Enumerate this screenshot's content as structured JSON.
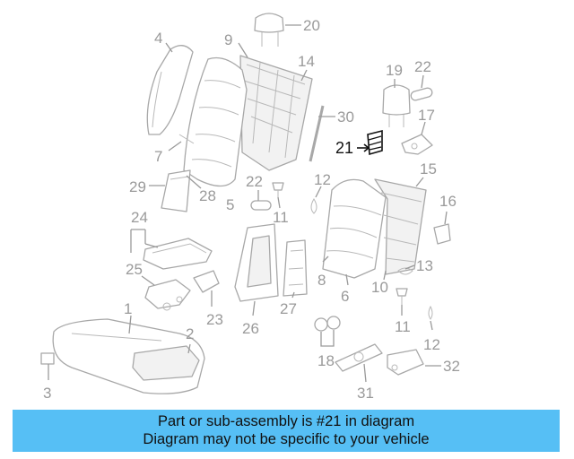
{
  "callouts": {
    "c1": "1",
    "c2": "2",
    "c3": "3",
    "c4": "4",
    "c5": "5",
    "c6": "6",
    "c7": "7",
    "c8": "8",
    "c9": "9",
    "c10": "10",
    "c11a": "11",
    "c11b": "11",
    "c12a": "12",
    "c12b": "12",
    "c13": "13",
    "c14": "14",
    "c15": "15",
    "c16": "16",
    "c17": "17",
    "c18": "18",
    "c19": "19",
    "c20": "20",
    "c21": "21",
    "c22a": "22",
    "c22b": "22",
    "c23": "23",
    "c24": "24",
    "c25": "25",
    "c26": "26",
    "c27": "27",
    "c28": "28",
    "c29": "29",
    "c30": "30",
    "c31": "31",
    "c32": "32"
  },
  "highlight_part": "21",
  "banner": {
    "line1": "Part or sub-assembly is #21 in diagram",
    "line2": "Diagram may not be specific to your vehicle"
  },
  "colors": {
    "banner": "#56bff5",
    "highlight": "#111111",
    "parts": "#a8a8a8"
  }
}
